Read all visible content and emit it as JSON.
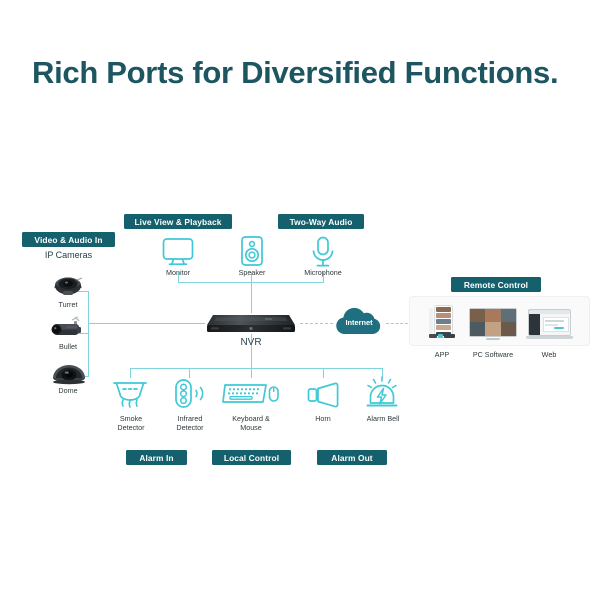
{
  "page": {
    "title": "Rich Ports for Diversified Functions.",
    "background": "#ffffff"
  },
  "colors": {
    "title": "#1d5661",
    "badge_bg": "#14606d",
    "badge_text": "#ffffff",
    "icon_teal": "#3fc8d6",
    "line_teal": "#7fd4de",
    "cloud": "#1f6f80",
    "caption": "#2f3a3d"
  },
  "badges": {
    "video_audio_in": "Video & Audio In",
    "live_view_playback": "Live View & Playback",
    "two_way_audio": "Two-Way Audio",
    "remote_control": "Remote Control",
    "alarm_in": "Alarm In",
    "local_control": "Local Control",
    "alarm_out": "Alarm Out"
  },
  "cameras": {
    "group_label": "IP Cameras",
    "items": [
      {
        "label": "Turret",
        "icon": "turret-camera-icon"
      },
      {
        "label": "Bullet",
        "icon": "bullet-camera-icon"
      },
      {
        "label": "Dome",
        "icon": "dome-camera-icon"
      }
    ]
  },
  "output_devices": [
    {
      "label": "Monitor",
      "icon": "monitor-icon"
    },
    {
      "label": "Speaker",
      "icon": "speaker-icon"
    },
    {
      "label": "Microphone",
      "icon": "microphone-icon"
    }
  ],
  "nvr": {
    "label": "NVR",
    "icon": "nvr-device-icon"
  },
  "internet": {
    "label": "Internet",
    "icon": "cloud-icon"
  },
  "remote_clients": [
    {
      "label": "APP",
      "icon": "smartphone-icon"
    },
    {
      "label": "PC Software",
      "icon": "desktop-monitor-icon"
    },
    {
      "label": "Web",
      "icon": "laptop-browser-icon"
    }
  ],
  "peripherals": [
    {
      "label": "Smoke\nDetector",
      "icon": "smoke-detector-icon"
    },
    {
      "label": "Infrared\nDetector",
      "icon": "infrared-detector-icon"
    },
    {
      "label": "Keyboard &\nMouse",
      "icon": "keyboard-mouse-icon"
    },
    {
      "label": "Horn",
      "icon": "horn-icon"
    },
    {
      "label": "Alarm Bell",
      "icon": "alarm-bell-icon"
    }
  ]
}
